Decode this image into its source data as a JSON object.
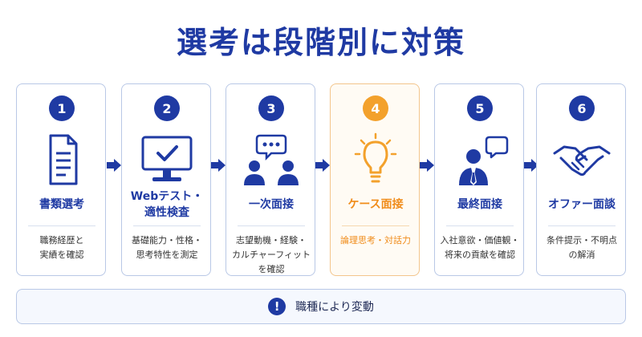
{
  "title": "選考は段階別に対策",
  "colors": {
    "primary": "#1f3aa3",
    "highlight": "#f3a12c",
    "border": "#b9c8e6"
  },
  "stages": [
    {
      "number": "1",
      "name": "書類選考",
      "name_line2": "",
      "desc1": "職務経歴と",
      "desc2": "実績を確認",
      "desc3": "",
      "icon": "document-icon"
    },
    {
      "number": "2",
      "name": "Webテスト・",
      "name_line2": "適性検査",
      "desc1": "基礎能力・性格・",
      "desc2": "思考特性を測定",
      "desc3": "",
      "icon": "monitor-check-icon"
    },
    {
      "number": "3",
      "name": "一次面接",
      "name_line2": "",
      "desc1": "志望動機・経験・",
      "desc2": "カルチャーフィット",
      "desc3": "を確認",
      "icon": "conversation-icon"
    },
    {
      "number": "4",
      "name": "ケース面接",
      "name_line2": "",
      "desc1": "論理思考・対話力",
      "desc2": "",
      "desc3": "",
      "icon": "lightbulb-icon",
      "highlighted": true
    },
    {
      "number": "5",
      "name": "最終面接",
      "name_line2": "",
      "desc1": "入社意欲・価値観・",
      "desc2": "将来の貢献を確認",
      "desc3": "",
      "icon": "executive-chat-icon"
    },
    {
      "number": "6",
      "name": "オファー面談",
      "name_line2": "",
      "desc1": "条件提示・不明点",
      "desc2": "の解消",
      "desc3": "",
      "icon": "handshake-icon"
    }
  ],
  "footer": {
    "icon": "exclamation-icon",
    "text": "職種により変動"
  }
}
